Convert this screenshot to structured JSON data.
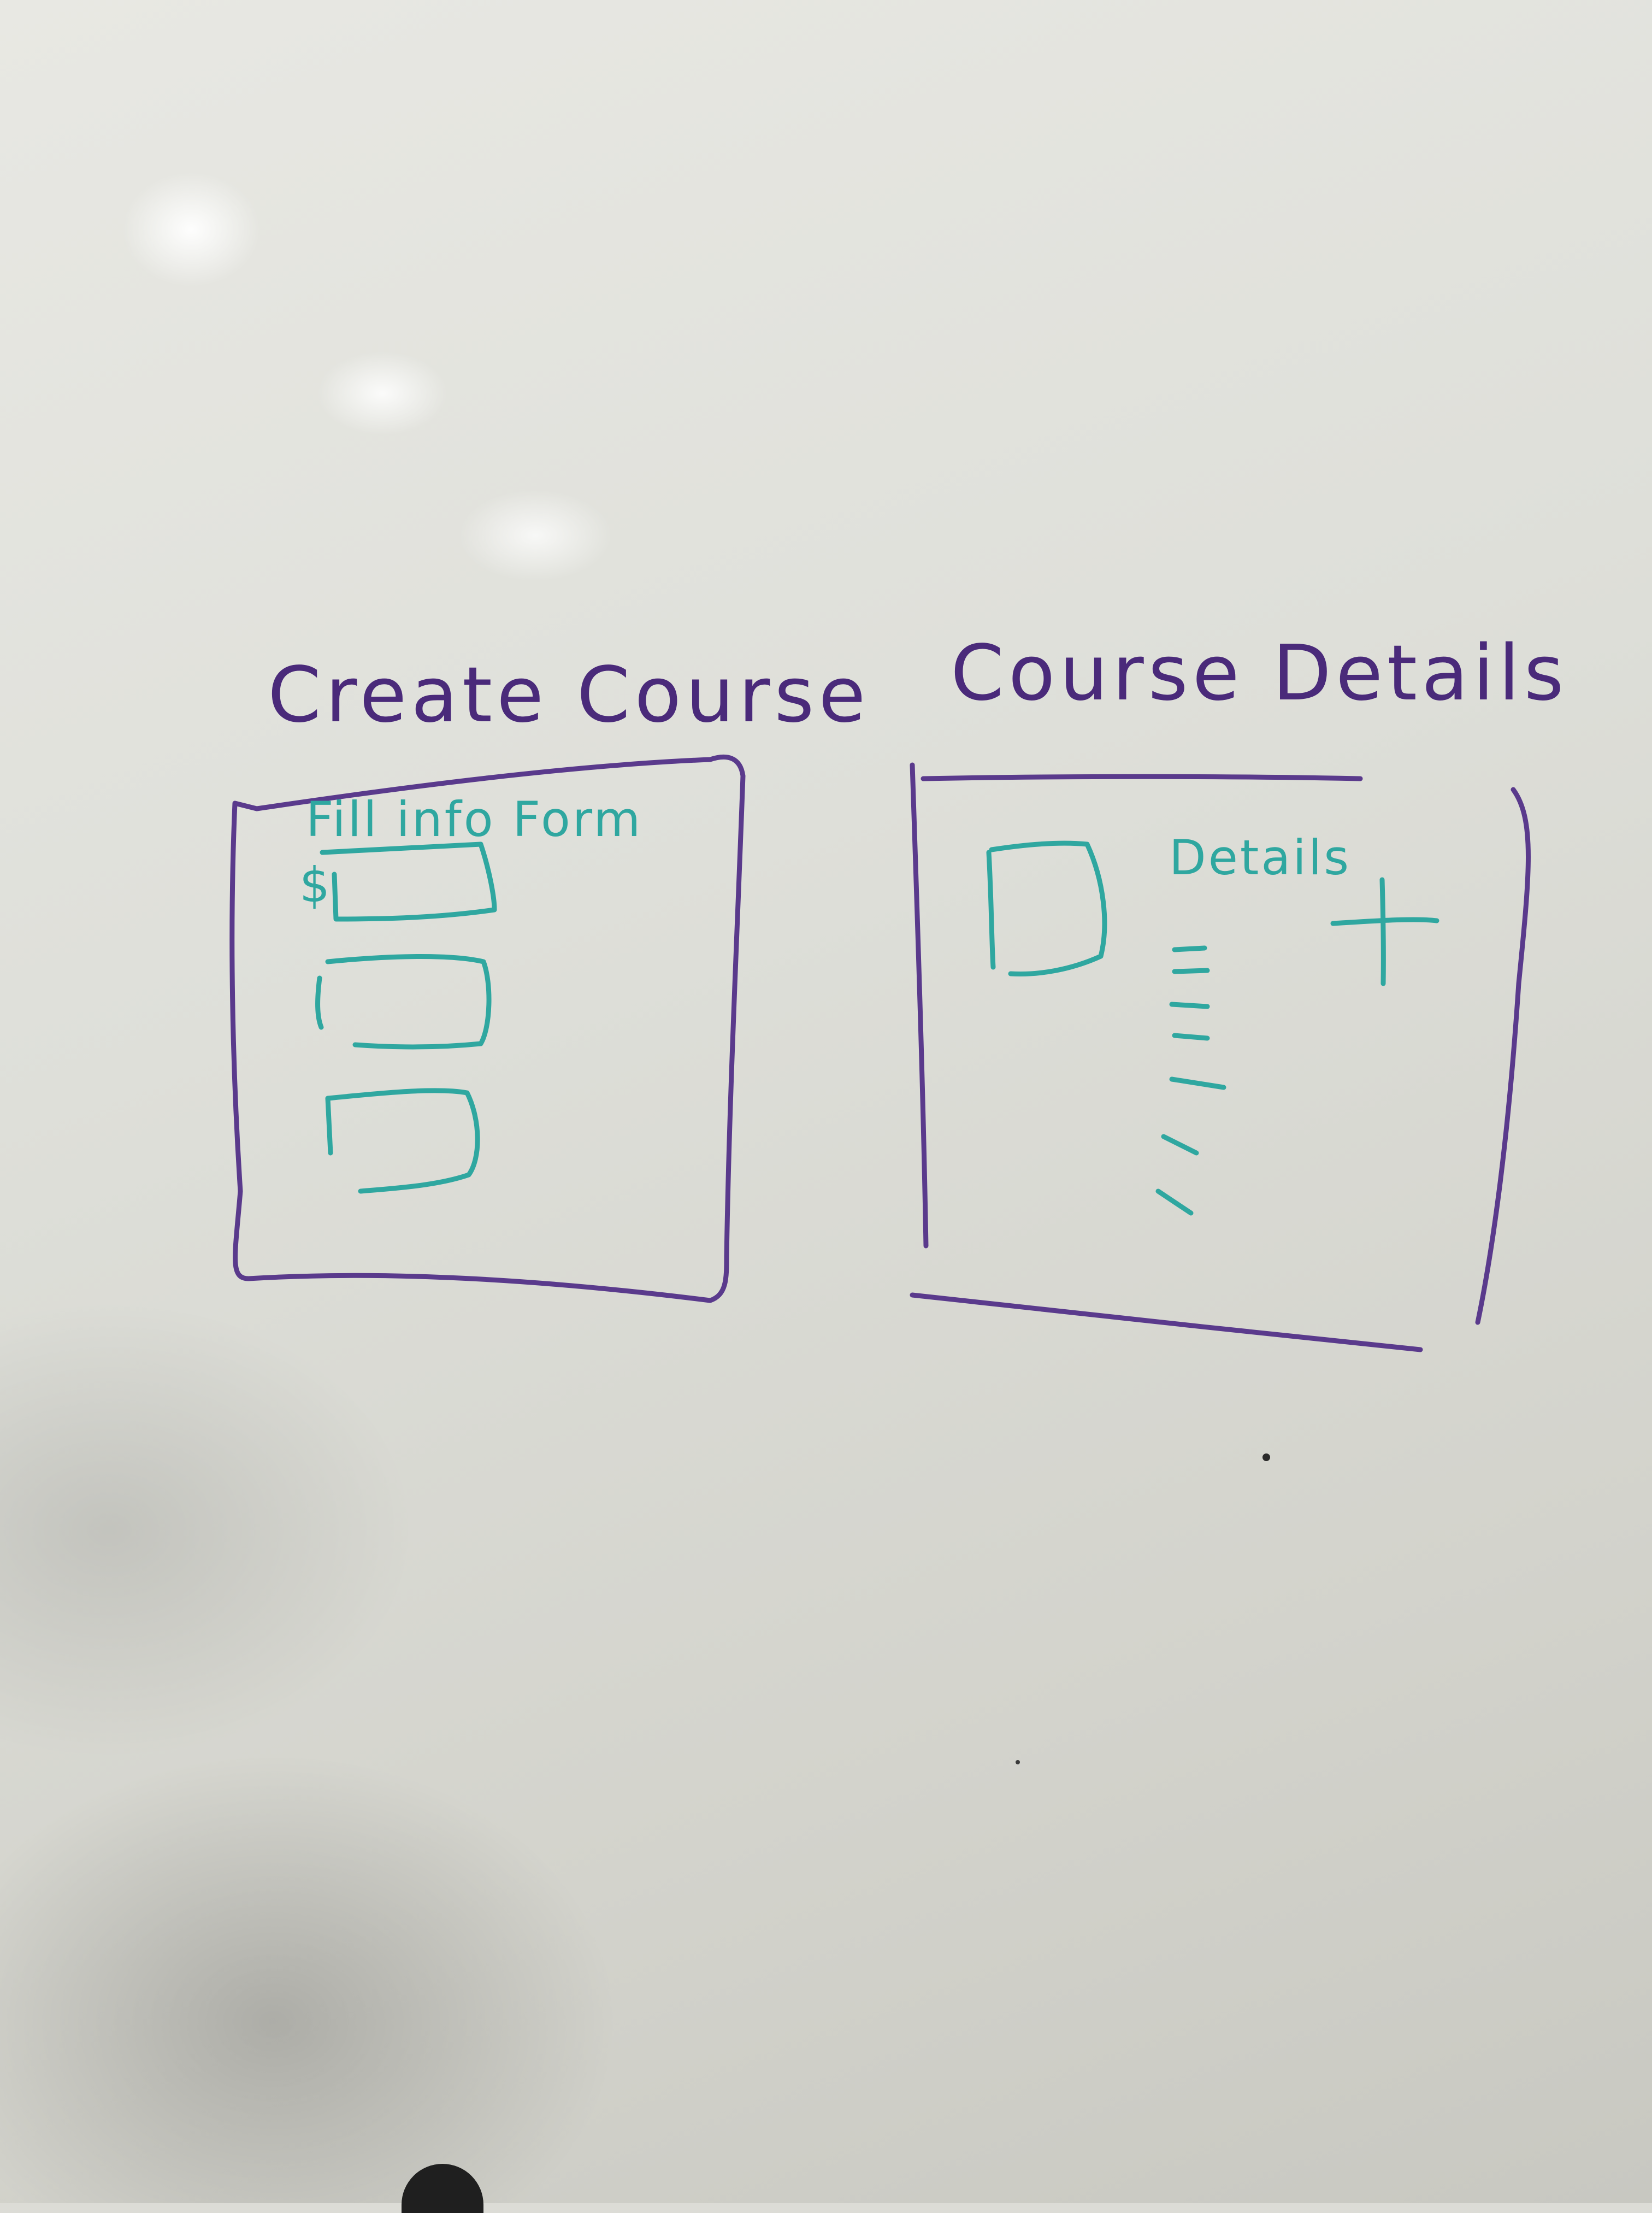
{
  "sketches": {
    "left": {
      "title": "Create Course",
      "subtitle": "Fill info Form",
      "marker": "$"
    },
    "right": {
      "title": "Course Details",
      "subtitle": "Details",
      "plus": "+"
    }
  },
  "colors": {
    "purple_marker": "#5a3a8c",
    "teal_marker": "#2fa7a0",
    "board": "#dedfd9"
  }
}
